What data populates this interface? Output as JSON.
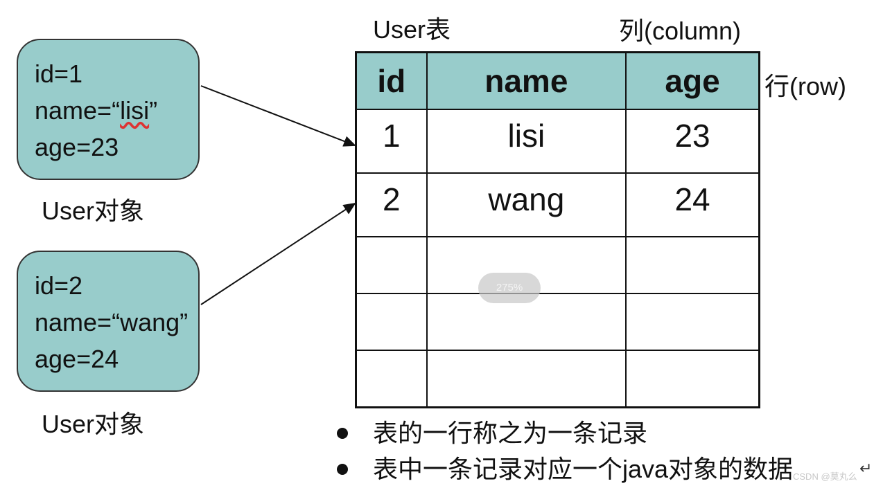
{
  "objects": [
    {
      "lines": [
        "id=1",
        "name=“",
        "lisi",
        "”",
        "age=23"
      ],
      "caption": "User对象"
    },
    {
      "lines": [
        "id=2",
        "name=“wang”",
        "age=24"
      ],
      "caption": "User对象"
    }
  ],
  "table": {
    "label": "User表",
    "column_label": "列(column)",
    "row_label": "行(row)",
    "headers": [
      "id",
      "name",
      "age"
    ],
    "rows": [
      [
        "1",
        "lisi",
        "23"
      ],
      [
        "2",
        "wang",
        "24"
      ],
      [
        "",
        "",
        ""
      ],
      [
        "",
        "",
        ""
      ],
      [
        "",
        "",
        ""
      ]
    ]
  },
  "zoom": "275%",
  "bullets": [
    "表的一行称之为一条记录",
    "表中一条记录对应一个java对象的数据"
  ],
  "watermark": "CSDN @莫丸么",
  "colors": {
    "box_fill": "#98cccb",
    "header_fill": "#98cccb",
    "stroke": "#111111"
  }
}
